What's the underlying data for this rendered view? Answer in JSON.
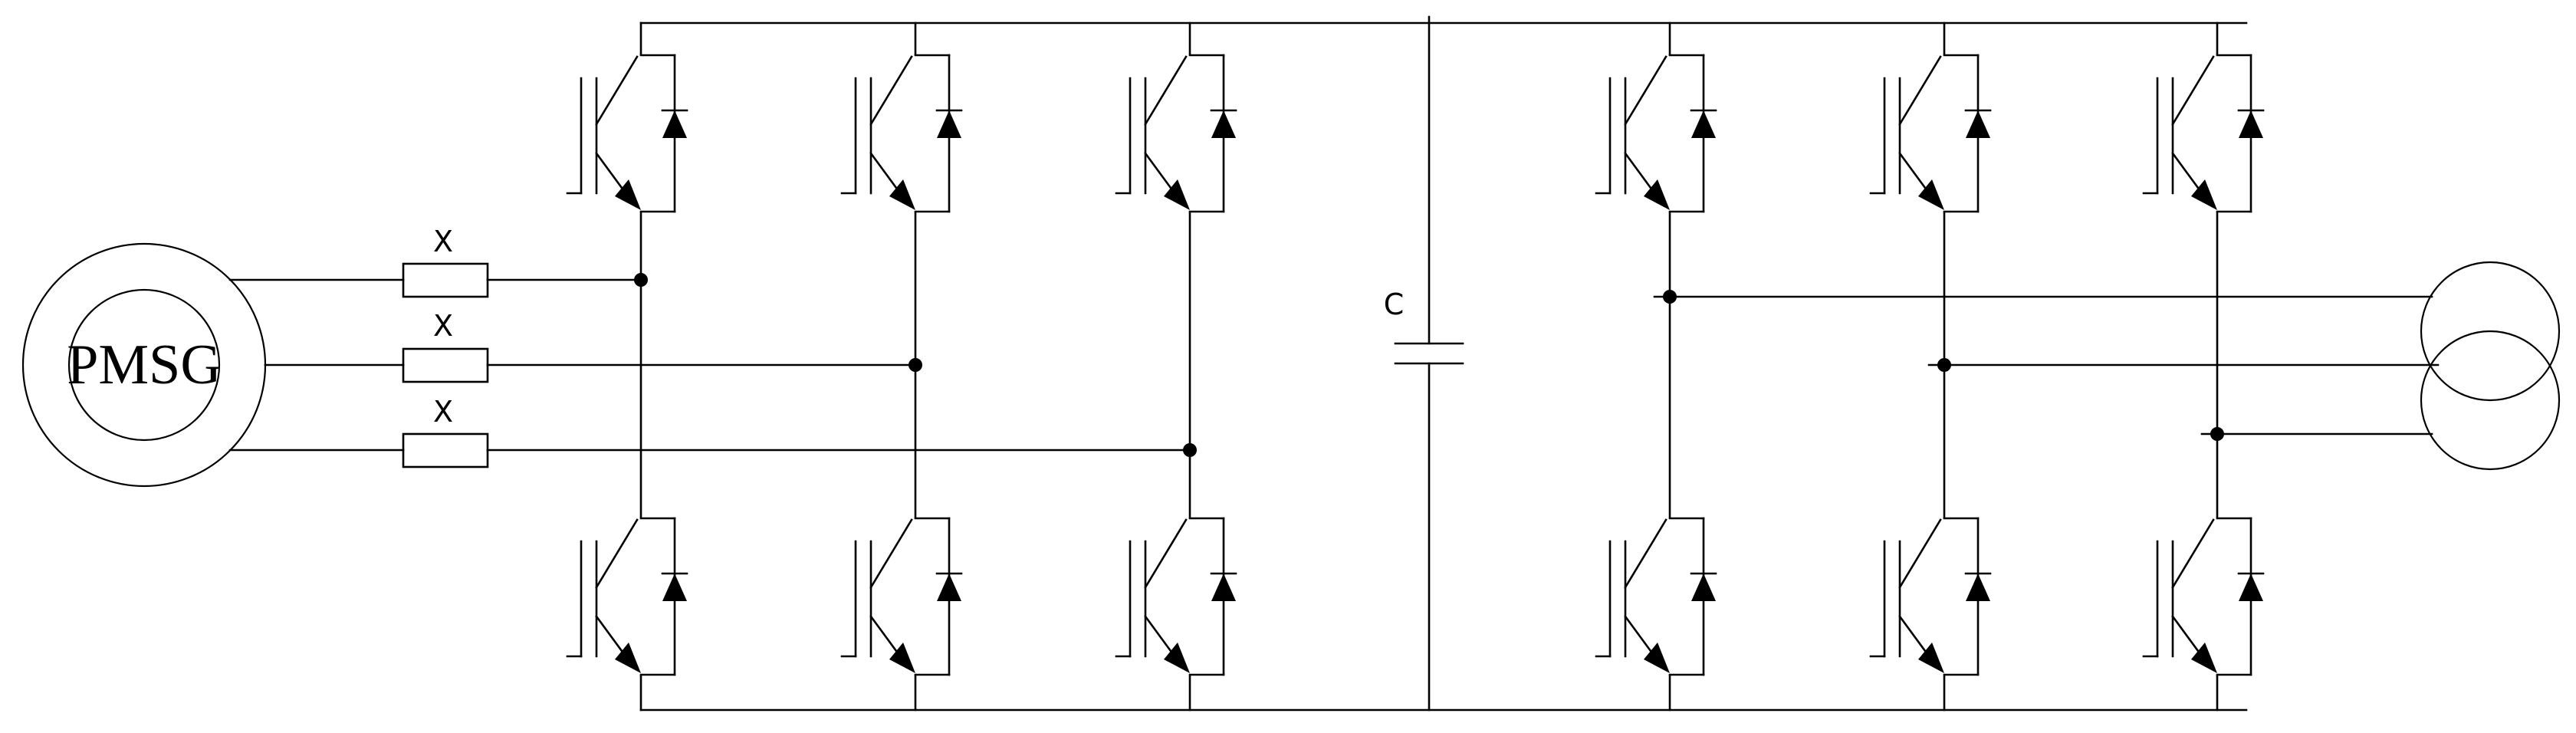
{
  "generator": {
    "label": "PMSG"
  },
  "resistors": [
    {
      "label": "X"
    },
    {
      "label": "X"
    },
    {
      "label": "X"
    }
  ],
  "capacitor": {
    "label": "C"
  },
  "legs": {
    "rectifier": [
      "leg-a",
      "leg-b",
      "leg-c"
    ],
    "inverter": [
      "leg-a",
      "leg-b",
      "leg-c"
    ]
  },
  "transformer": {
    "type": "two-winding"
  }
}
